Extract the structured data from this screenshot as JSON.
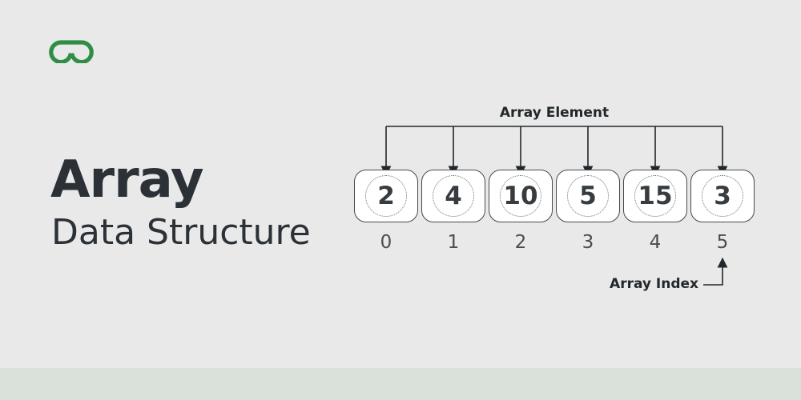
{
  "page": {
    "background_color": "#e8e9e8",
    "footer_band_color": "#dae1db",
    "brand_color": "#2f8d46",
    "text_color": "#2b3137",
    "line_color": "#22272b"
  },
  "header": {
    "logo_icon": "geeksforgeeks-gg-icon"
  },
  "title": {
    "heading": "Array",
    "subheading": "Data Structure"
  },
  "diagram": {
    "element_label": "Array Element",
    "index_label": "Array Index",
    "cells": [
      {
        "value": "2",
        "index": "0"
      },
      {
        "value": "4",
        "index": "1"
      },
      {
        "value": "10",
        "index": "2"
      },
      {
        "value": "5",
        "index": "3"
      },
      {
        "value": "15",
        "index": "4"
      },
      {
        "value": "3",
        "index": "5"
      }
    ]
  }
}
